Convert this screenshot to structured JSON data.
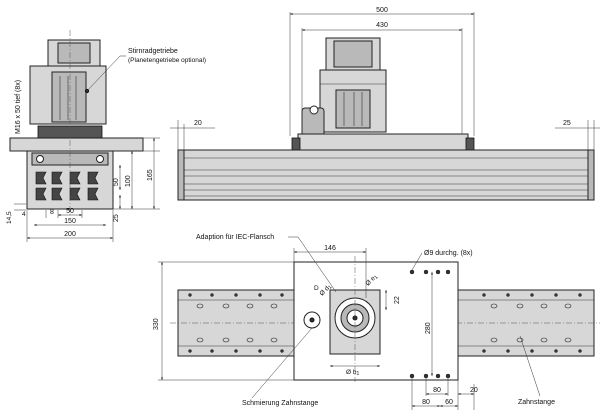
{
  "labels": {
    "stirnradgetriebe": "Stirnradgetriebe",
    "planetengetriebe": "(Planetengetriebe optional)",
    "gewinde": "M16 x 50 tief (8x)",
    "adaption": "Adaption für IEC-Flansch",
    "bohrung": "Ø9 durchg. (8x)",
    "schmierung": "Schmierung Zahnstange",
    "zahnstange": "Zahnstange",
    "d_label": "D",
    "d1_label": "Ø d",
    "e1_label": "Ø e",
    "b1_label": "Ø b",
    "sub1": "1"
  },
  "dimensions": {
    "side_width": "200",
    "side_150": "150",
    "side_8": "8",
    "side_50_bottom": "50",
    "side_4": "4",
    "side_14_5": "14,5",
    "side_25": "25",
    "side_50_right": "50",
    "side_100": "100",
    "side_165": "165",
    "front_500": "500",
    "front_430": "430",
    "front_20": "20",
    "front_25": "25",
    "top_146": "146",
    "top_22": "22",
    "top_280": "280",
    "top_330": "330",
    "top_80a": "80",
    "top_20": "20",
    "top_80b": "80",
    "top_60": "60"
  }
}
